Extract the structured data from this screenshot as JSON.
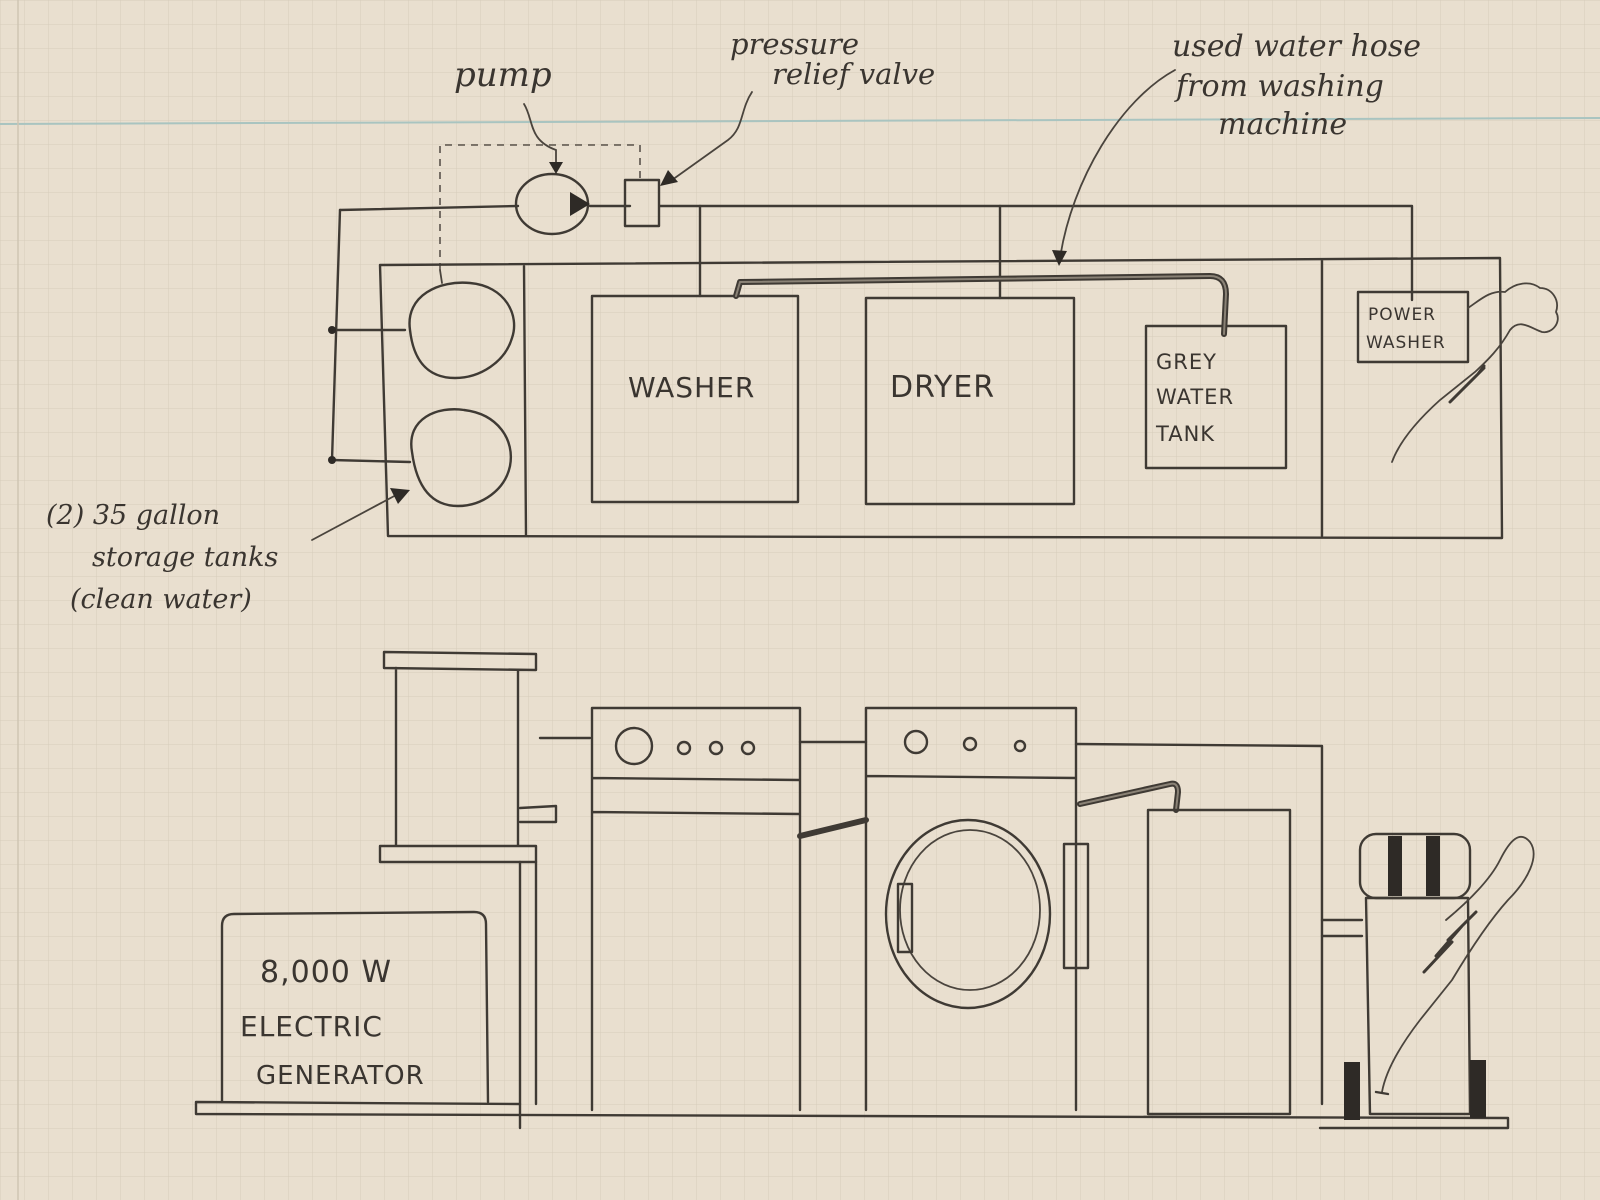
{
  "labels": {
    "pump": "pump",
    "relief_line1": "pressure",
    "relief_line2": "relief valve",
    "hose_line1": "used water hose",
    "hose_line2": "from washing",
    "hose_line3": "machine",
    "tanks_line1": "(2) 35 gallon",
    "tanks_line2": "storage tanks",
    "tanks_line3": "(clean water)",
    "washer": "WASHER",
    "dryer": "DRYER",
    "grey_line1": "GREY",
    "grey_line2": "WATER",
    "grey_line3": "TANK",
    "power_line1": "POWER",
    "power_line2": "WASHER",
    "gen_line1": "8,000 W",
    "gen_line2": "ELECTRIC",
    "gen_line3": "GENERATOR"
  },
  "colors": {
    "paper": "#e9dfcf",
    "grid": "#d3c9b8",
    "rule": "#a9c4c0",
    "ink": "#3f3a34"
  }
}
